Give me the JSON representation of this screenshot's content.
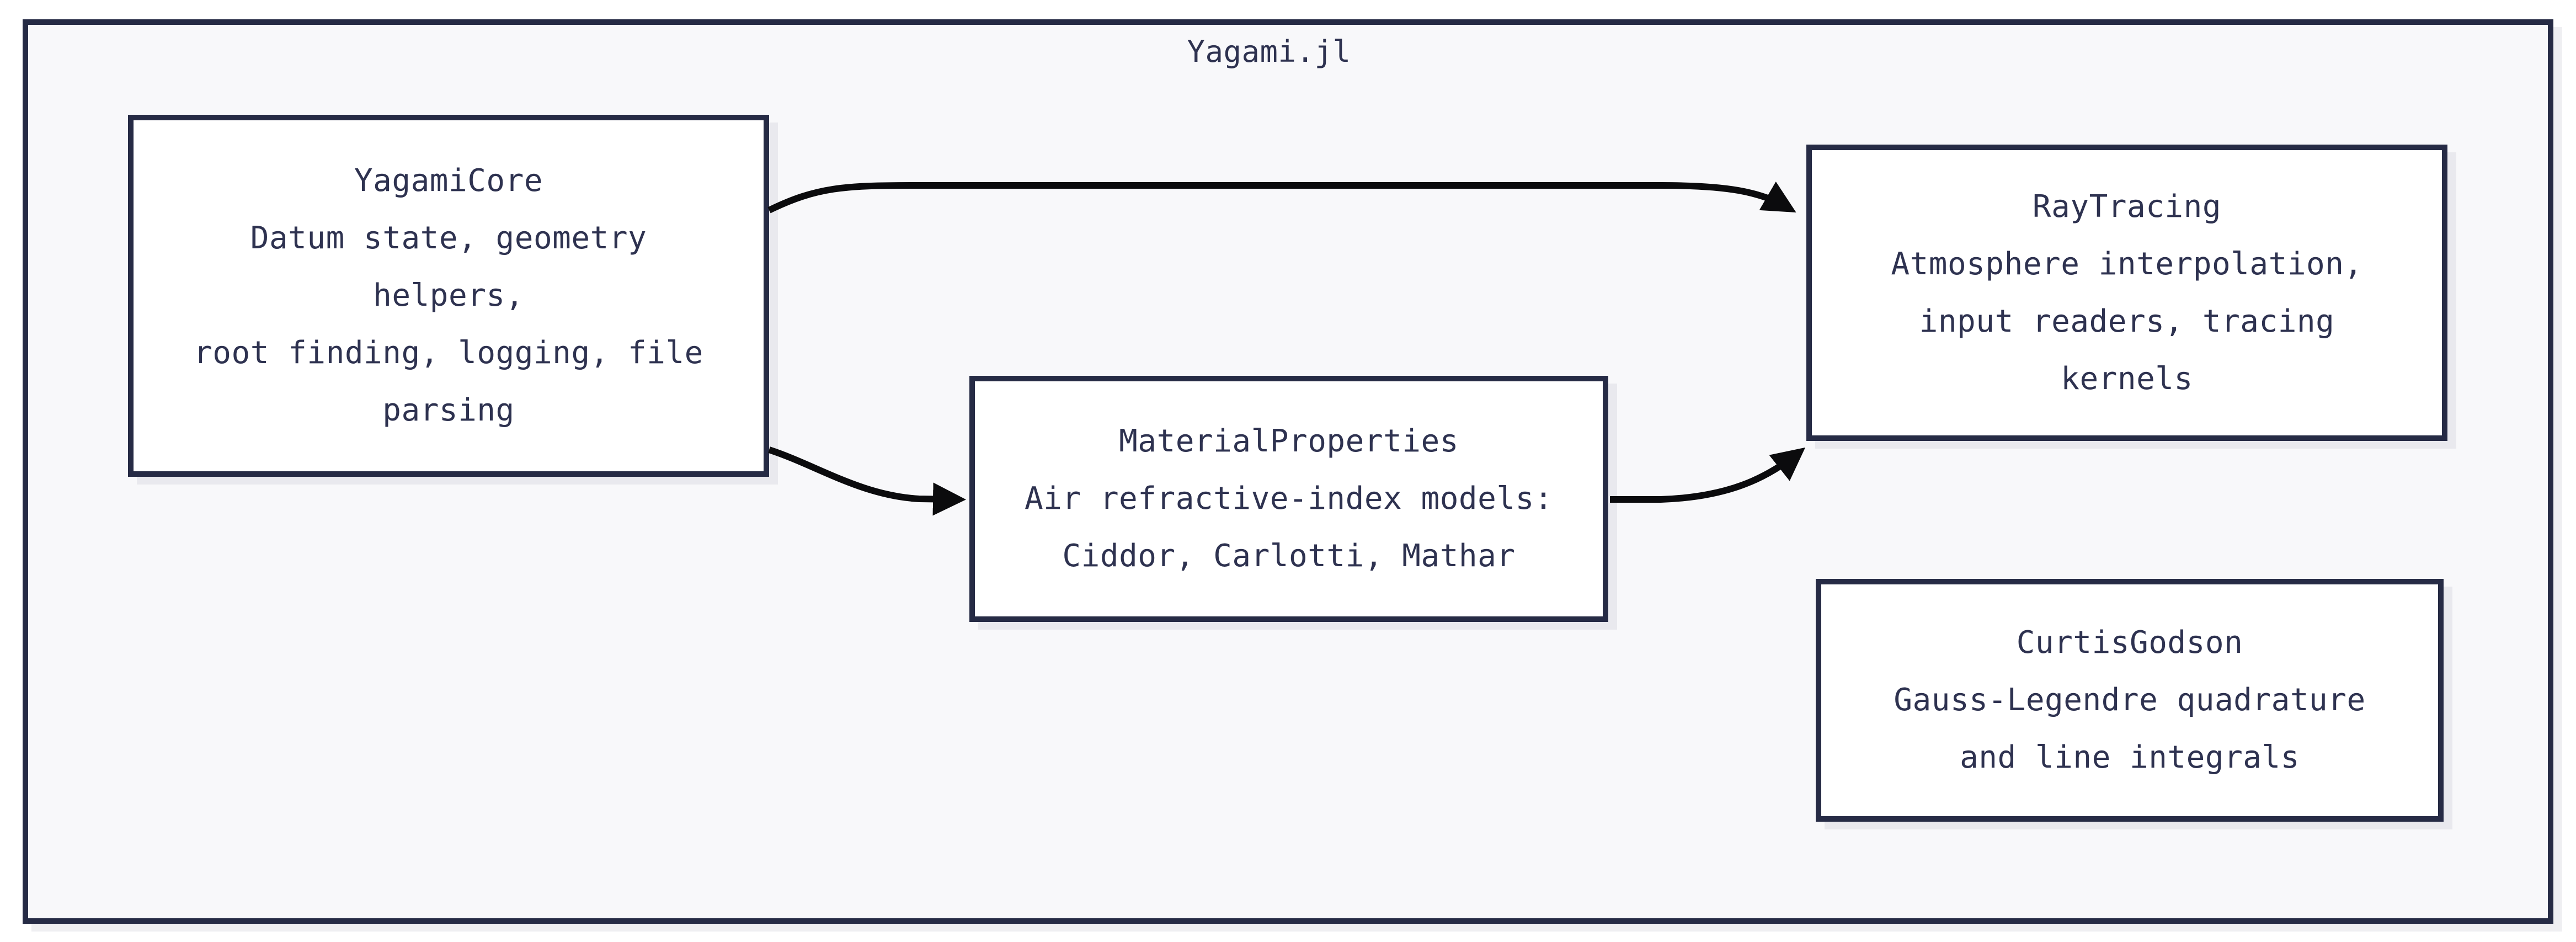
{
  "diagram": {
    "title": "Yagami.jl",
    "nodes": [
      {
        "id": "yagami-core",
        "title": "YagamiCore",
        "lines": [
          "YagamiCore",
          "Datum state, geometry",
          "helpers,",
          "root finding, logging, file",
          "parsing"
        ]
      },
      {
        "id": "material-properties",
        "title": "MaterialProperties",
        "lines": [
          "MaterialProperties",
          "Air refractive-index models:",
          "Ciddor, Carlotti, Mathar"
        ]
      },
      {
        "id": "ray-tracing",
        "title": "RayTracing",
        "lines": [
          "RayTracing",
          "Atmosphere interpolation,",
          "input readers, tracing",
          "kernels"
        ]
      },
      {
        "id": "curtis-godson",
        "title": "CurtisGodson",
        "lines": [
          "CurtisGodson",
          "Gauss-Legendre quadrature",
          "and line integrals"
        ]
      }
    ],
    "edges": [
      {
        "from": "YagamiCore",
        "to": "RayTracing"
      },
      {
        "from": "YagamiCore",
        "to": "MaterialProperties"
      },
      {
        "from": "MaterialProperties",
        "to": "RayTracing"
      }
    ],
    "colors": {
      "canvas_fill": "#f8f8fa",
      "node_fill": "#ffffff",
      "border": "#262b45",
      "text": "#2e3250",
      "arrow": "#0b0b0d",
      "page_background": "#ffffff"
    }
  }
}
